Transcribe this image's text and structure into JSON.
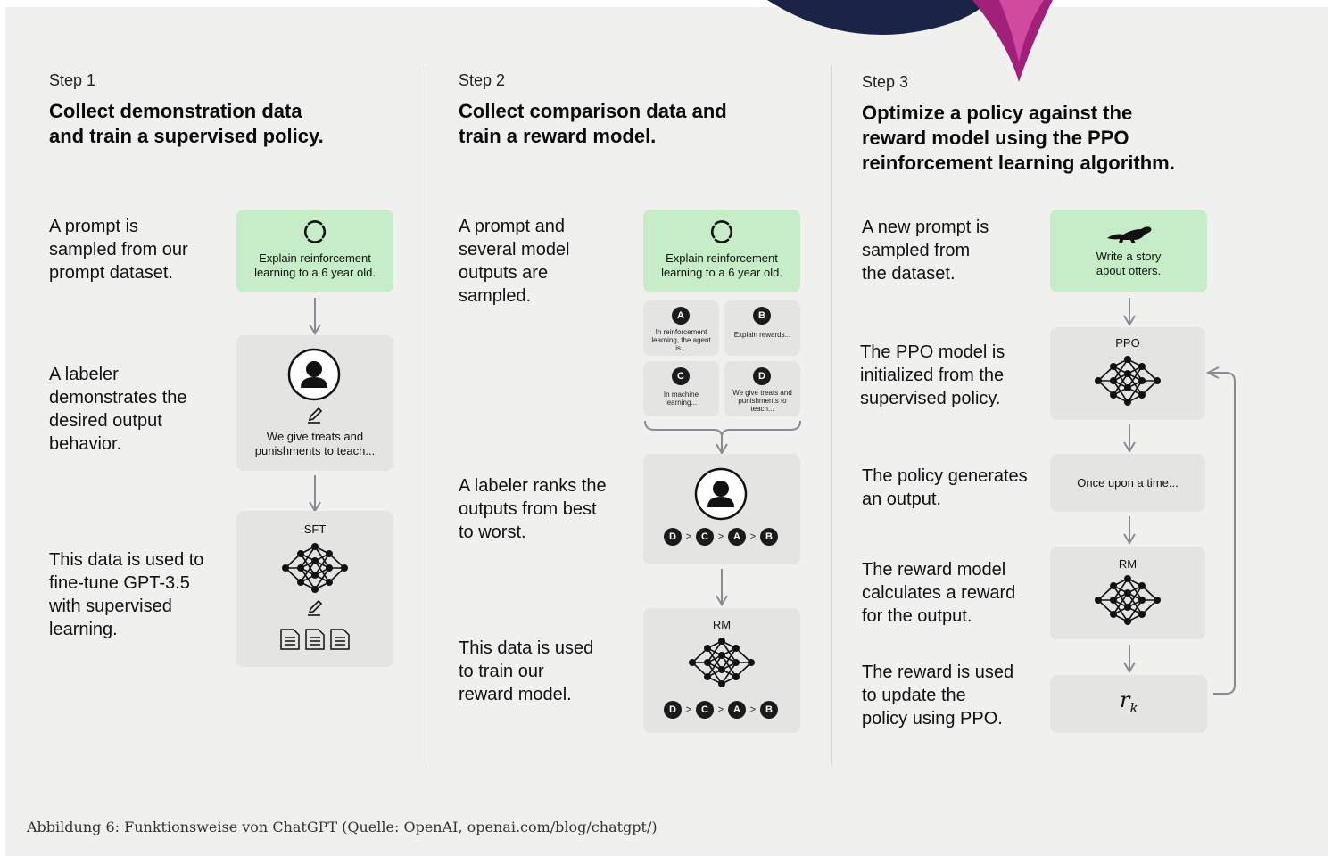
{
  "step1": {
    "step": "Step 1",
    "title_line1": "Collect demonstration data",
    "title_line2": "and train a supervised policy.",
    "desc1": [
      "A prompt is",
      "sampled from our",
      "prompt dataset."
    ],
    "desc2": [
      "A labeler",
      "demonstrates the",
      "desired output",
      "behavior."
    ],
    "desc3": [
      "This data is used to",
      "fine-tune GPT-3.5",
      "with supervised",
      "learning."
    ],
    "prompt_card": [
      "Explain reinforcement",
      "learning to a 6 year old."
    ],
    "labeler_card": [
      "We give treats and",
      "punishments to teach..."
    ],
    "sft_label": "SFT"
  },
  "step2": {
    "step": "Step 2",
    "title_line1": "Collect comparison data and",
    "title_line2": "train a reward model.",
    "desc1": [
      "A prompt and",
      "several model",
      "outputs are",
      "sampled."
    ],
    "desc2": [
      "A labeler ranks the",
      "outputs from best",
      "to worst."
    ],
    "desc3": [
      "This data is used",
      "to train our",
      "reward model."
    ],
    "prompt_card": [
      "Explain reinforcement",
      "learning to a 6 year old."
    ],
    "outputs": [
      {
        "letter": "A",
        "text": "In reinforcement learning, the agent is..."
      },
      {
        "letter": "B",
        "text": "Explain rewards..."
      },
      {
        "letter": "C",
        "text": "In machine learning..."
      },
      {
        "letter": "D",
        "text": "We give treats and punishments to teach..."
      }
    ],
    "ranking": [
      "D",
      ">",
      "C",
      ">",
      "A",
      ">",
      "B"
    ],
    "rm_label": "RM"
  },
  "step3": {
    "step": "Step 3",
    "title_line1": "Optimize a policy against the",
    "title_line2": "reward model using the PPO",
    "title_line3": "reinforcement learning algorithm.",
    "desc1": [
      "A new prompt is",
      "sampled from",
      "the dataset."
    ],
    "desc2": [
      "The PPO model is",
      "initialized from the",
      "supervised policy."
    ],
    "desc3": [
      "The policy generates",
      "an output."
    ],
    "desc4": [
      "The reward model",
      "calculates a reward",
      "for the output."
    ],
    "desc5": [
      "The reward is used",
      "to update the",
      "policy using PPO."
    ],
    "prompt_card": [
      "Write a story",
      "about otters."
    ],
    "ppo_label": "PPO",
    "output_card": "Once upon a time...",
    "rm_label": "RM",
    "reward_symbol": "r",
    "reward_subscript": "k"
  },
  "caption": "Abbildung 6: Funktionsweise von ChatGPT (Quelle: OpenAI, openai.com/blog/chatgpt/)",
  "colors": {
    "panel": "#f0f0ef",
    "card_green": "#c6ecc8",
    "card_gray": "#e4e4e3",
    "arrow": "#8a8a95",
    "navy_shape": "#1b2347",
    "magenta_shape": "#a0207a"
  }
}
